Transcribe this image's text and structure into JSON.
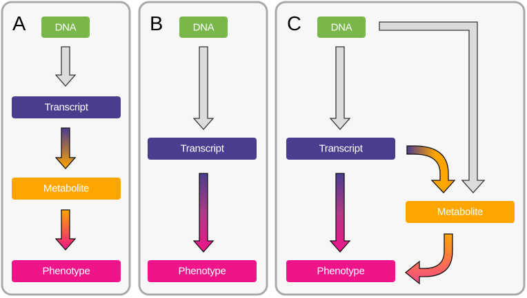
{
  "panels": [
    {
      "label": "A",
      "nodes": {
        "dna": "DNA",
        "transcript": "Transcript",
        "metabolite": "Metabolite",
        "phenotype": "Phenotype"
      }
    },
    {
      "label": "B",
      "nodes": {
        "dna": "DNA",
        "transcript": "Transcript",
        "phenotype": "Phenotype"
      }
    },
    {
      "label": "C",
      "nodes": {
        "dna": "DNA",
        "transcript": "Transcript",
        "metabolite": "Metabolite",
        "phenotype": "Phenotype"
      }
    }
  ],
  "colors": {
    "dna": "#79b74a",
    "transcript": "#4a3d8e",
    "metabolite": "#ffa500",
    "phenotype": "#ef148a",
    "neutral_arrow": "#dcdcdc",
    "panel_bg": "#f7f7f7"
  }
}
